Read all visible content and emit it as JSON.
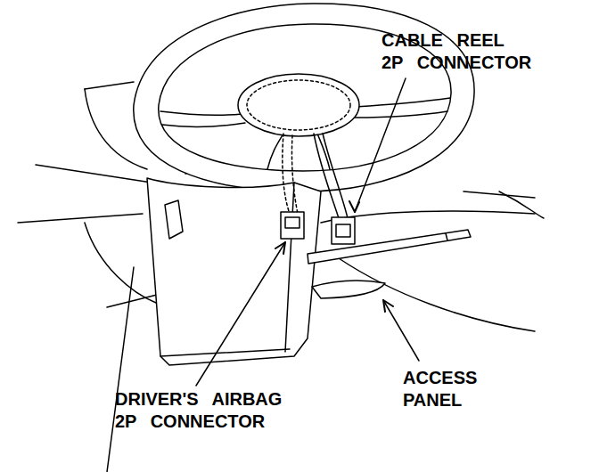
{
  "diagram": {
    "labels": [
      "CABLE REEL 2P CONNECTOR",
      "ACCESS PANEL",
      "DRIVER'S AIRBAG 2P CONNECTOR"
    ]
  }
}
